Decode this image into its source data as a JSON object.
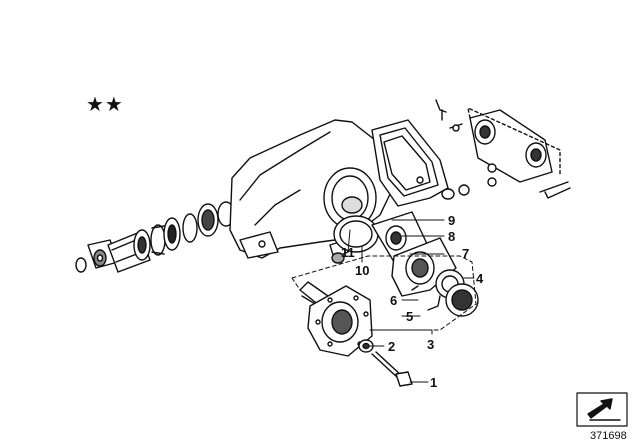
{
  "stars": "★★",
  "callouts": {
    "c1": "1",
    "c2": "2",
    "c3": "3",
    "c4": "4",
    "c5": "5",
    "c6": "6",
    "c7": "7",
    "c8": "8",
    "c9": "9",
    "c10": "10",
    "c11": "11"
  },
  "diagram_id": "371698",
  "icons": {
    "nav": "arrow-icon"
  }
}
